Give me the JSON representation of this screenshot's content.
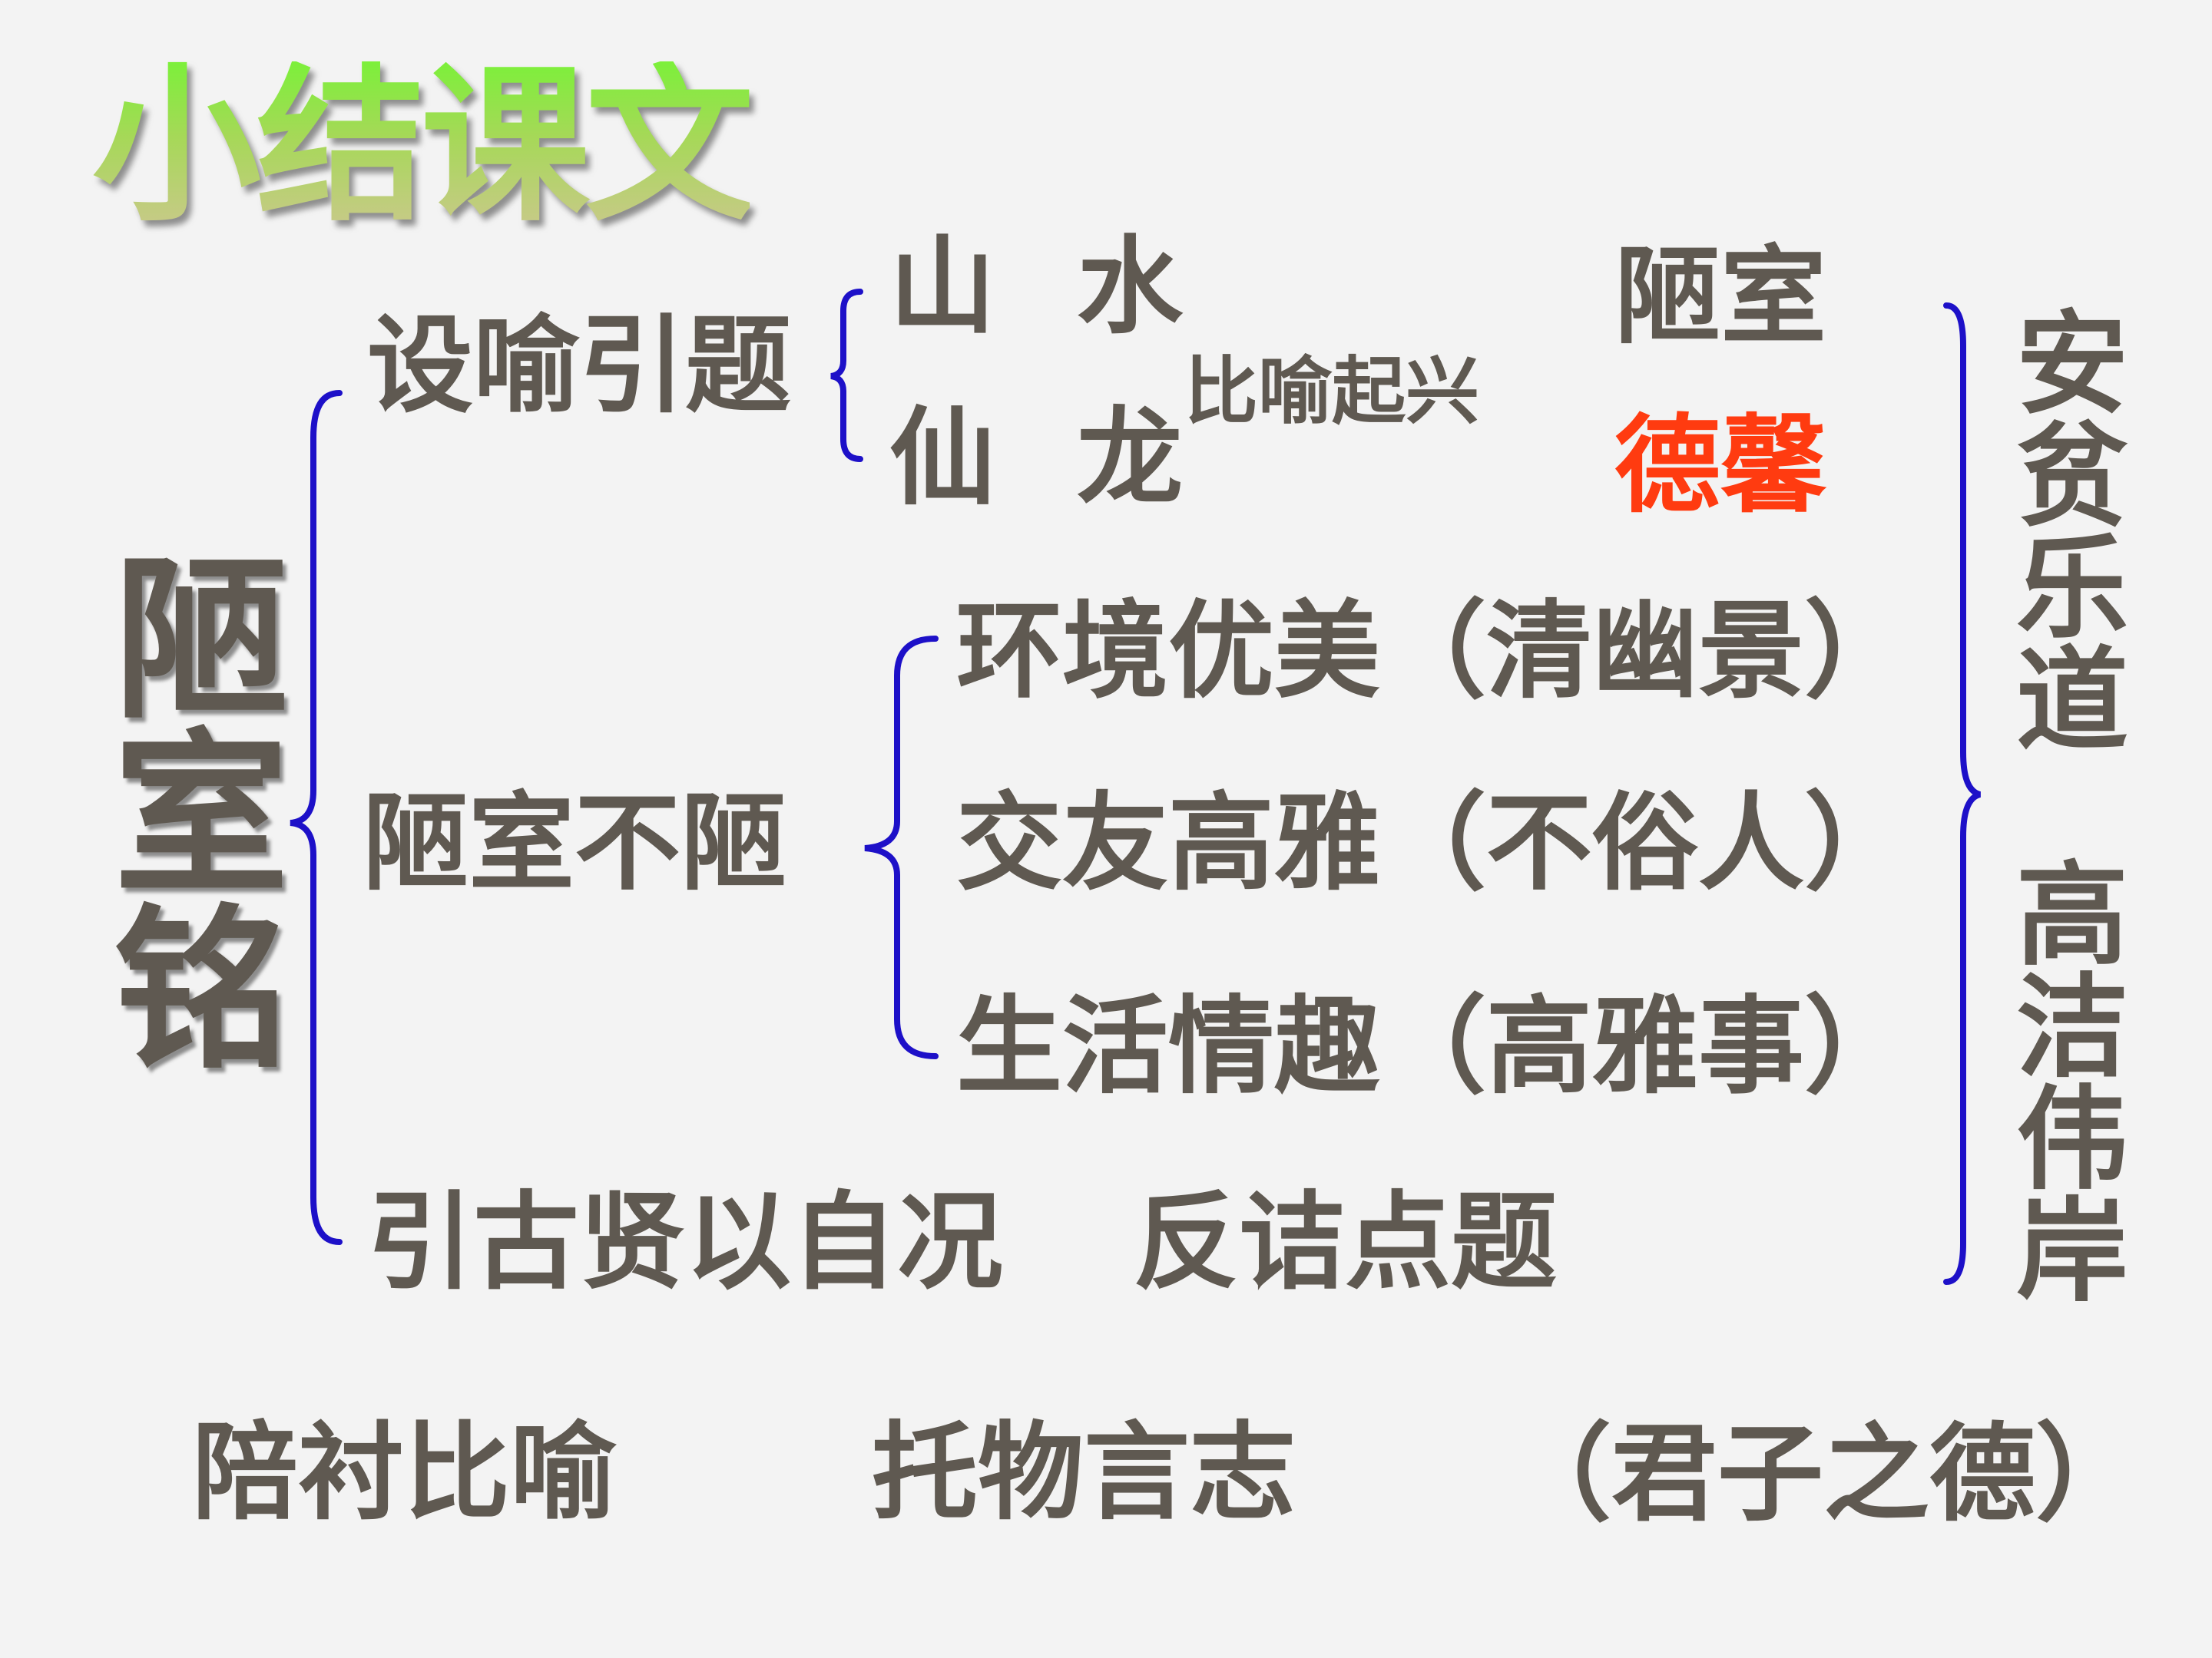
{
  "heading": "小结课文",
  "title": "陋室铭",
  "branch_setup": {
    "label": "设喻引题",
    "pair_left_1": "山",
    "pair_right_1": "水",
    "pair_left_2": "仙",
    "pair_right_2": "龙",
    "method": "比喻起兴",
    "target_1": "陋室",
    "target_2": "德馨"
  },
  "branch_body": {
    "label": "陋室不陋",
    "items": [
      "环境优美（清幽景）",
      "交友高雅（不俗人）",
      "生活情趣（高雅事）"
    ]
  },
  "branch_end": {
    "label": "引古贤以自况",
    "label_2": "反诘点题"
  },
  "themes": {
    "upper": "安贫乐道",
    "lower": "高洁伟岸"
  },
  "footer": {
    "technique_1": "陪衬比喻",
    "technique_2": "托物言志",
    "note": "（君子之德）"
  },
  "colors": {
    "text": "#5f5951",
    "bracket": "#1d10c8",
    "highlight": "#ff3b10",
    "heading_gradient": [
      "#7cf03a",
      "#c9c98a"
    ]
  }
}
